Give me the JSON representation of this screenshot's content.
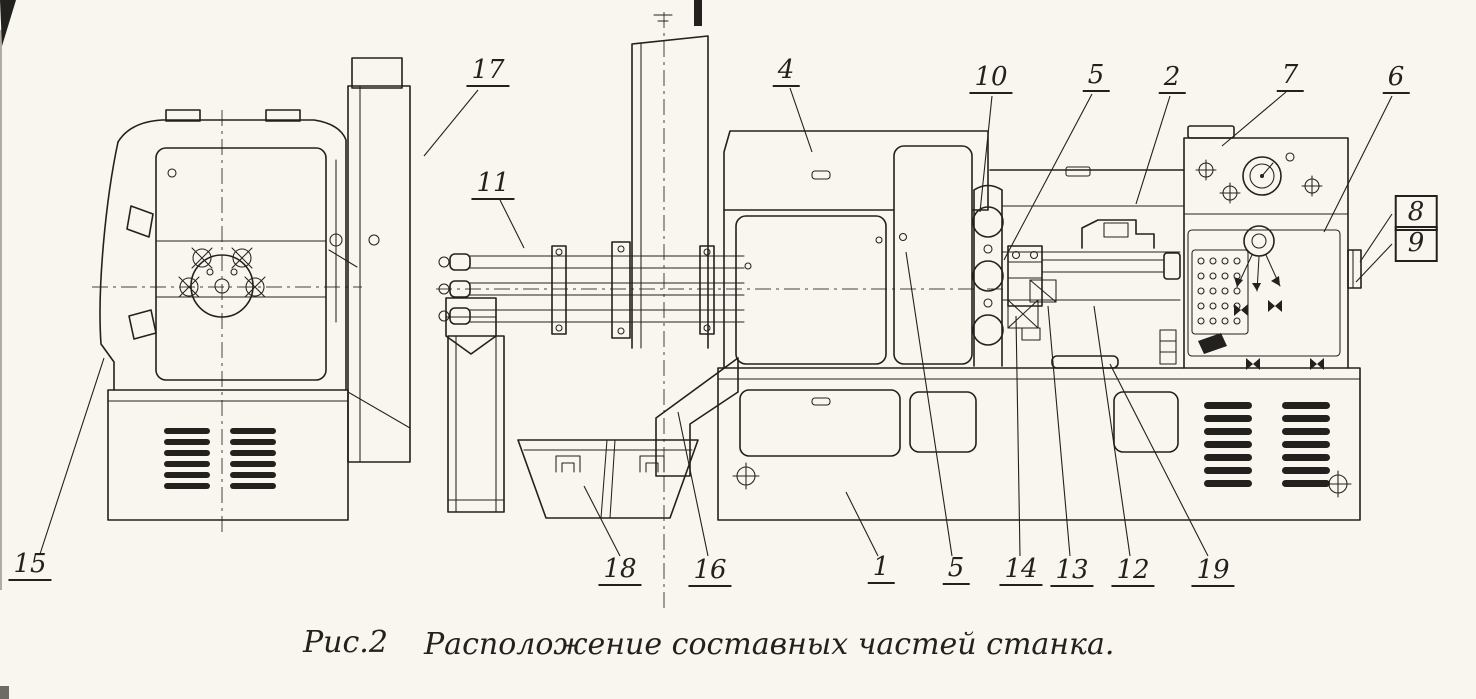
{
  "colors": {
    "ink": "#23211d",
    "paper": "#f8f6ef"
  },
  "caption": {
    "figure": "Рис.2",
    "title": "Расположение составных частей станка."
  },
  "labels": {
    "n17": "17",
    "n4": "4",
    "n10": "10",
    "n5a": "5",
    "n2": "2",
    "n7": "7",
    "n6": "6",
    "n8": "8",
    "n9": "9",
    "n11": "11",
    "n15": "15",
    "n18": "18",
    "n16": "16",
    "n1": "1",
    "n5b": "5",
    "n14": "14",
    "n13": "13",
    "n12": "12",
    "n19": "19"
  }
}
